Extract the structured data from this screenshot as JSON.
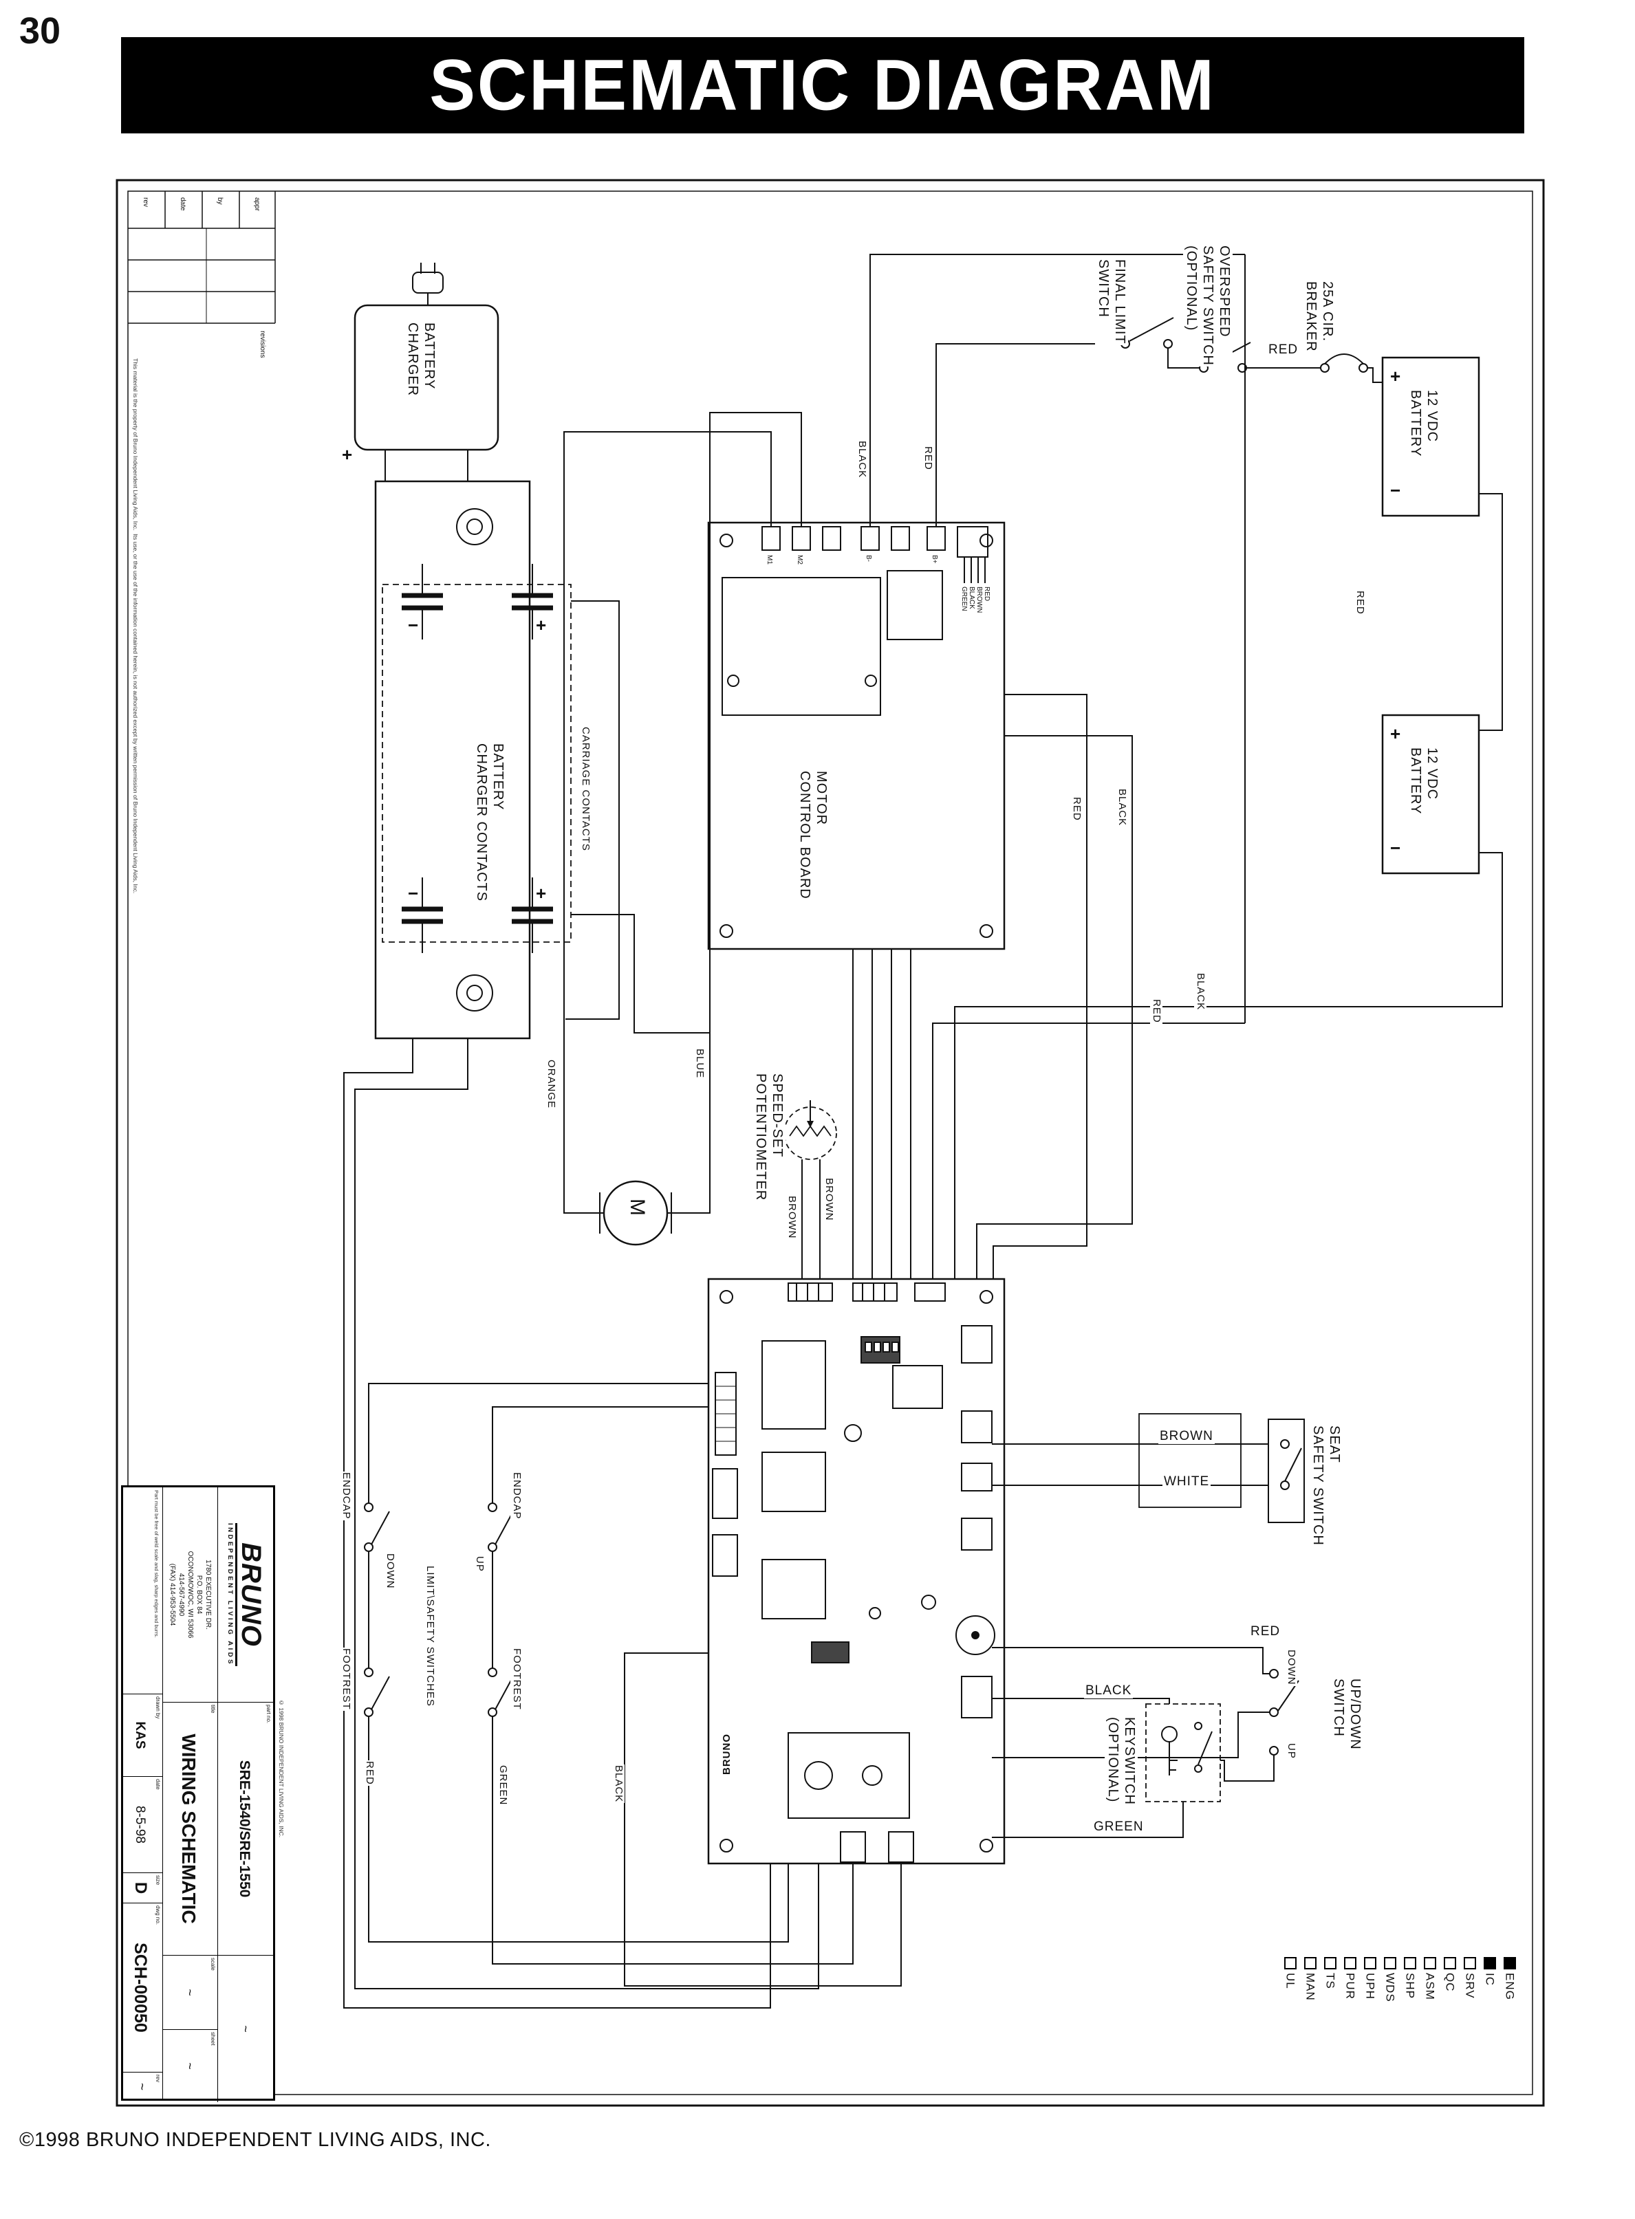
{
  "page": {
    "number": "30",
    "title": "SCHEMATIC DIAGRAM",
    "footer": "©1998 BRUNO INDEPENDENT LIVING AIDS, INC."
  },
  "symbols": {
    "plus": "+",
    "minus": "−"
  },
  "rev_table": {
    "title": "revisions",
    "cols": [
      "rev",
      "date",
      "by",
      "appr"
    ]
  },
  "fine_print": {
    "left": "This material is the property of Bruno Independent Living Aids, Inc.  Its use, or the use of the information contained herein, is not authorized except by written permission of Bruno Independent Living Aids, Inc.",
    "note": "Part must be free of weld scale and slag, sharp edges and burrs.",
    "side_copyright": "© 1998 BRUNO INDEPENDENT LIVING AIDS, INC."
  },
  "components": {
    "battery_charger": "BATTERY\nCHARGER",
    "battery_charger_contacts": "BATTERY\nCHARGER CONTACTS",
    "carriage_contacts": "CARRIAGE CONTACTS",
    "motor_control_board": "MOTOR\nCONTROL BOARD",
    "motor": "M",
    "speed_set_pot": "SPEED-SET\nPOTENTIOMETER",
    "battery_1": "12 VDC\nBATTERY",
    "battery_2": "12 VDC\nBATTERY",
    "circuit_breaker": "25A CIR.\nBREAKER",
    "overspeed_switch": "OVERSPEED\nSAFETY SWITCH\n(OPTIONAL)",
    "final_limit_switch": "FINAL LIMIT\nSWITCH",
    "seat_safety_switch": "SEAT\nSAFETY SWITCH",
    "up_down_switch": "UP/DOWN\nSWITCH",
    "keyswitch": "KEYSWITCH\n(OPTIONAL)",
    "limit_safety_switches": "LIMIT\\SAFETY SWITCHES",
    "endcap_down": "ENDCAP",
    "endcap_up": "ENDCAP",
    "footrest_down": "FOOTREST",
    "footrest_up": "FOOTREST",
    "down": "DOWN",
    "up": "UP",
    "switch_down": "DOWN",
    "switch_up": "UP",
    "pcb_brand": "BRUNO"
  },
  "terminals": {
    "m1": "M1",
    "m2": "M2",
    "bneg": "B-",
    "bpos": "B+",
    "colors": "RED\nBROWN\nBLACK\nGREEN"
  },
  "wire_labels": {
    "black_b": "BLACK",
    "red_b": "RED",
    "blue": "BLUE",
    "orange": "ORANGE",
    "brown_pot_r": "BROWN",
    "brown_pot_l": "BROWN",
    "red_board": "RED",
    "black_board": "BLACK",
    "red_ret": "RED",
    "black_ret": "BLACK",
    "red_batt": "RED",
    "red_top": "RED",
    "brown_seat": "BROWN",
    "white_seat": "WHITE",
    "red_ud": "RED",
    "black_key": "BLACK",
    "green_key": "GREEN",
    "red_left": "RED",
    "green_left": "GREEN",
    "black_left": "BLACK"
  },
  "title_block": {
    "logo": "BRUNO",
    "logo_sub": "INDEPENDENT LIVING AIDS",
    "address_lines": "1780 EXECUTIVE DR.\nP.O. BOX 84\nOCONOMOWOC, WI 53066\n414-567-4990\n(FAX) 414-953-5504",
    "labels": {
      "part": "part no.",
      "title": "title",
      "drawn": "drawn by",
      "date": "date",
      "size": "size",
      "dwg": "dwg no.",
      "rev": "rev",
      "scale": "scale",
      "sheet": "sheet"
    },
    "part_number": "SRE-1540/SRE-1550",
    "drawing_title": "WIRING SCHEMATIC",
    "drawn_by": "KAS",
    "date": "8-5-98",
    "size": "D",
    "dwg_no": "SCH-00050",
    "rev": "~",
    "scale": "~",
    "sheet": "~",
    "misc": "~"
  },
  "legend": {
    "items": [
      {
        "label": "ENG",
        "checked": true
      },
      {
        "label": "IC",
        "checked": true
      },
      {
        "label": "SRV",
        "checked": false
      },
      {
        "label": "QC",
        "checked": false
      },
      {
        "label": "ASM",
        "checked": false
      },
      {
        "label": "SHP",
        "checked": false
      },
      {
        "label": "WDS",
        "checked": false
      },
      {
        "label": "UPH",
        "checked": false
      },
      {
        "label": "PUR",
        "checked": false
      },
      {
        "label": "TS",
        "checked": false
      },
      {
        "label": "MAN",
        "checked": false
      },
      {
        "label": "UL",
        "checked": false
      }
    ]
  }
}
